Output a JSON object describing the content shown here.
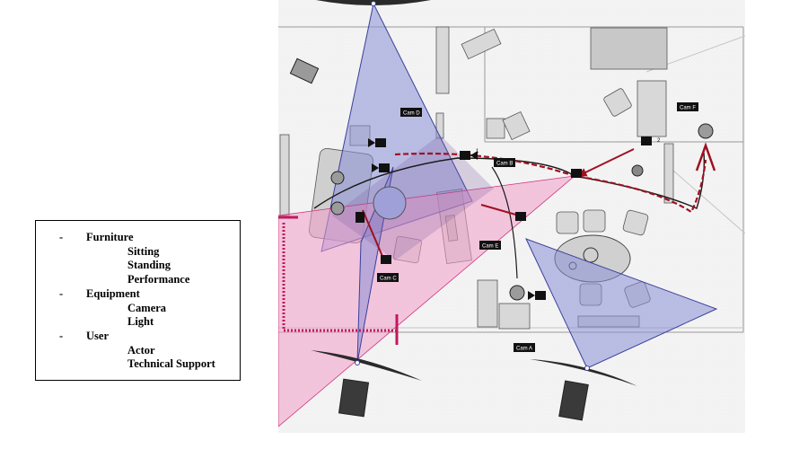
{
  "legend": {
    "items": [
      {
        "kind": "cat",
        "bullet": "-",
        "label": "Furniture"
      },
      {
        "kind": "sub",
        "label": "Sitting"
      },
      {
        "kind": "sub",
        "label": "Standing"
      },
      {
        "kind": "sub",
        "label": "Performance"
      },
      {
        "kind": "cat",
        "bullet": "-",
        "label": "Equipment"
      },
      {
        "kind": "sub",
        "label": "Camera"
      },
      {
        "kind": "sub",
        "label": "Light"
      },
      {
        "kind": "cat",
        "bullet": "-",
        "label": "User"
      },
      {
        "kind": "sub",
        "label": "Actor"
      },
      {
        "kind": "sub",
        "label": "Technical Support"
      }
    ]
  },
  "cameras": {
    "cam_a": "Cam A",
    "cam_b": "Cam B",
    "cam_c": "Cam C",
    "cam_d": "Cam D",
    "cam_e": "Cam E",
    "cam_f": "Cam F"
  },
  "markers": {
    "m1": "1",
    "m2": "2"
  },
  "colors": {
    "view_blue": "#8a8fd6",
    "view_pink": "#f39fcb",
    "path_red": "#a01020",
    "marker_magenta": "#c2185b",
    "furniture_gray": "#d6d6d6"
  }
}
